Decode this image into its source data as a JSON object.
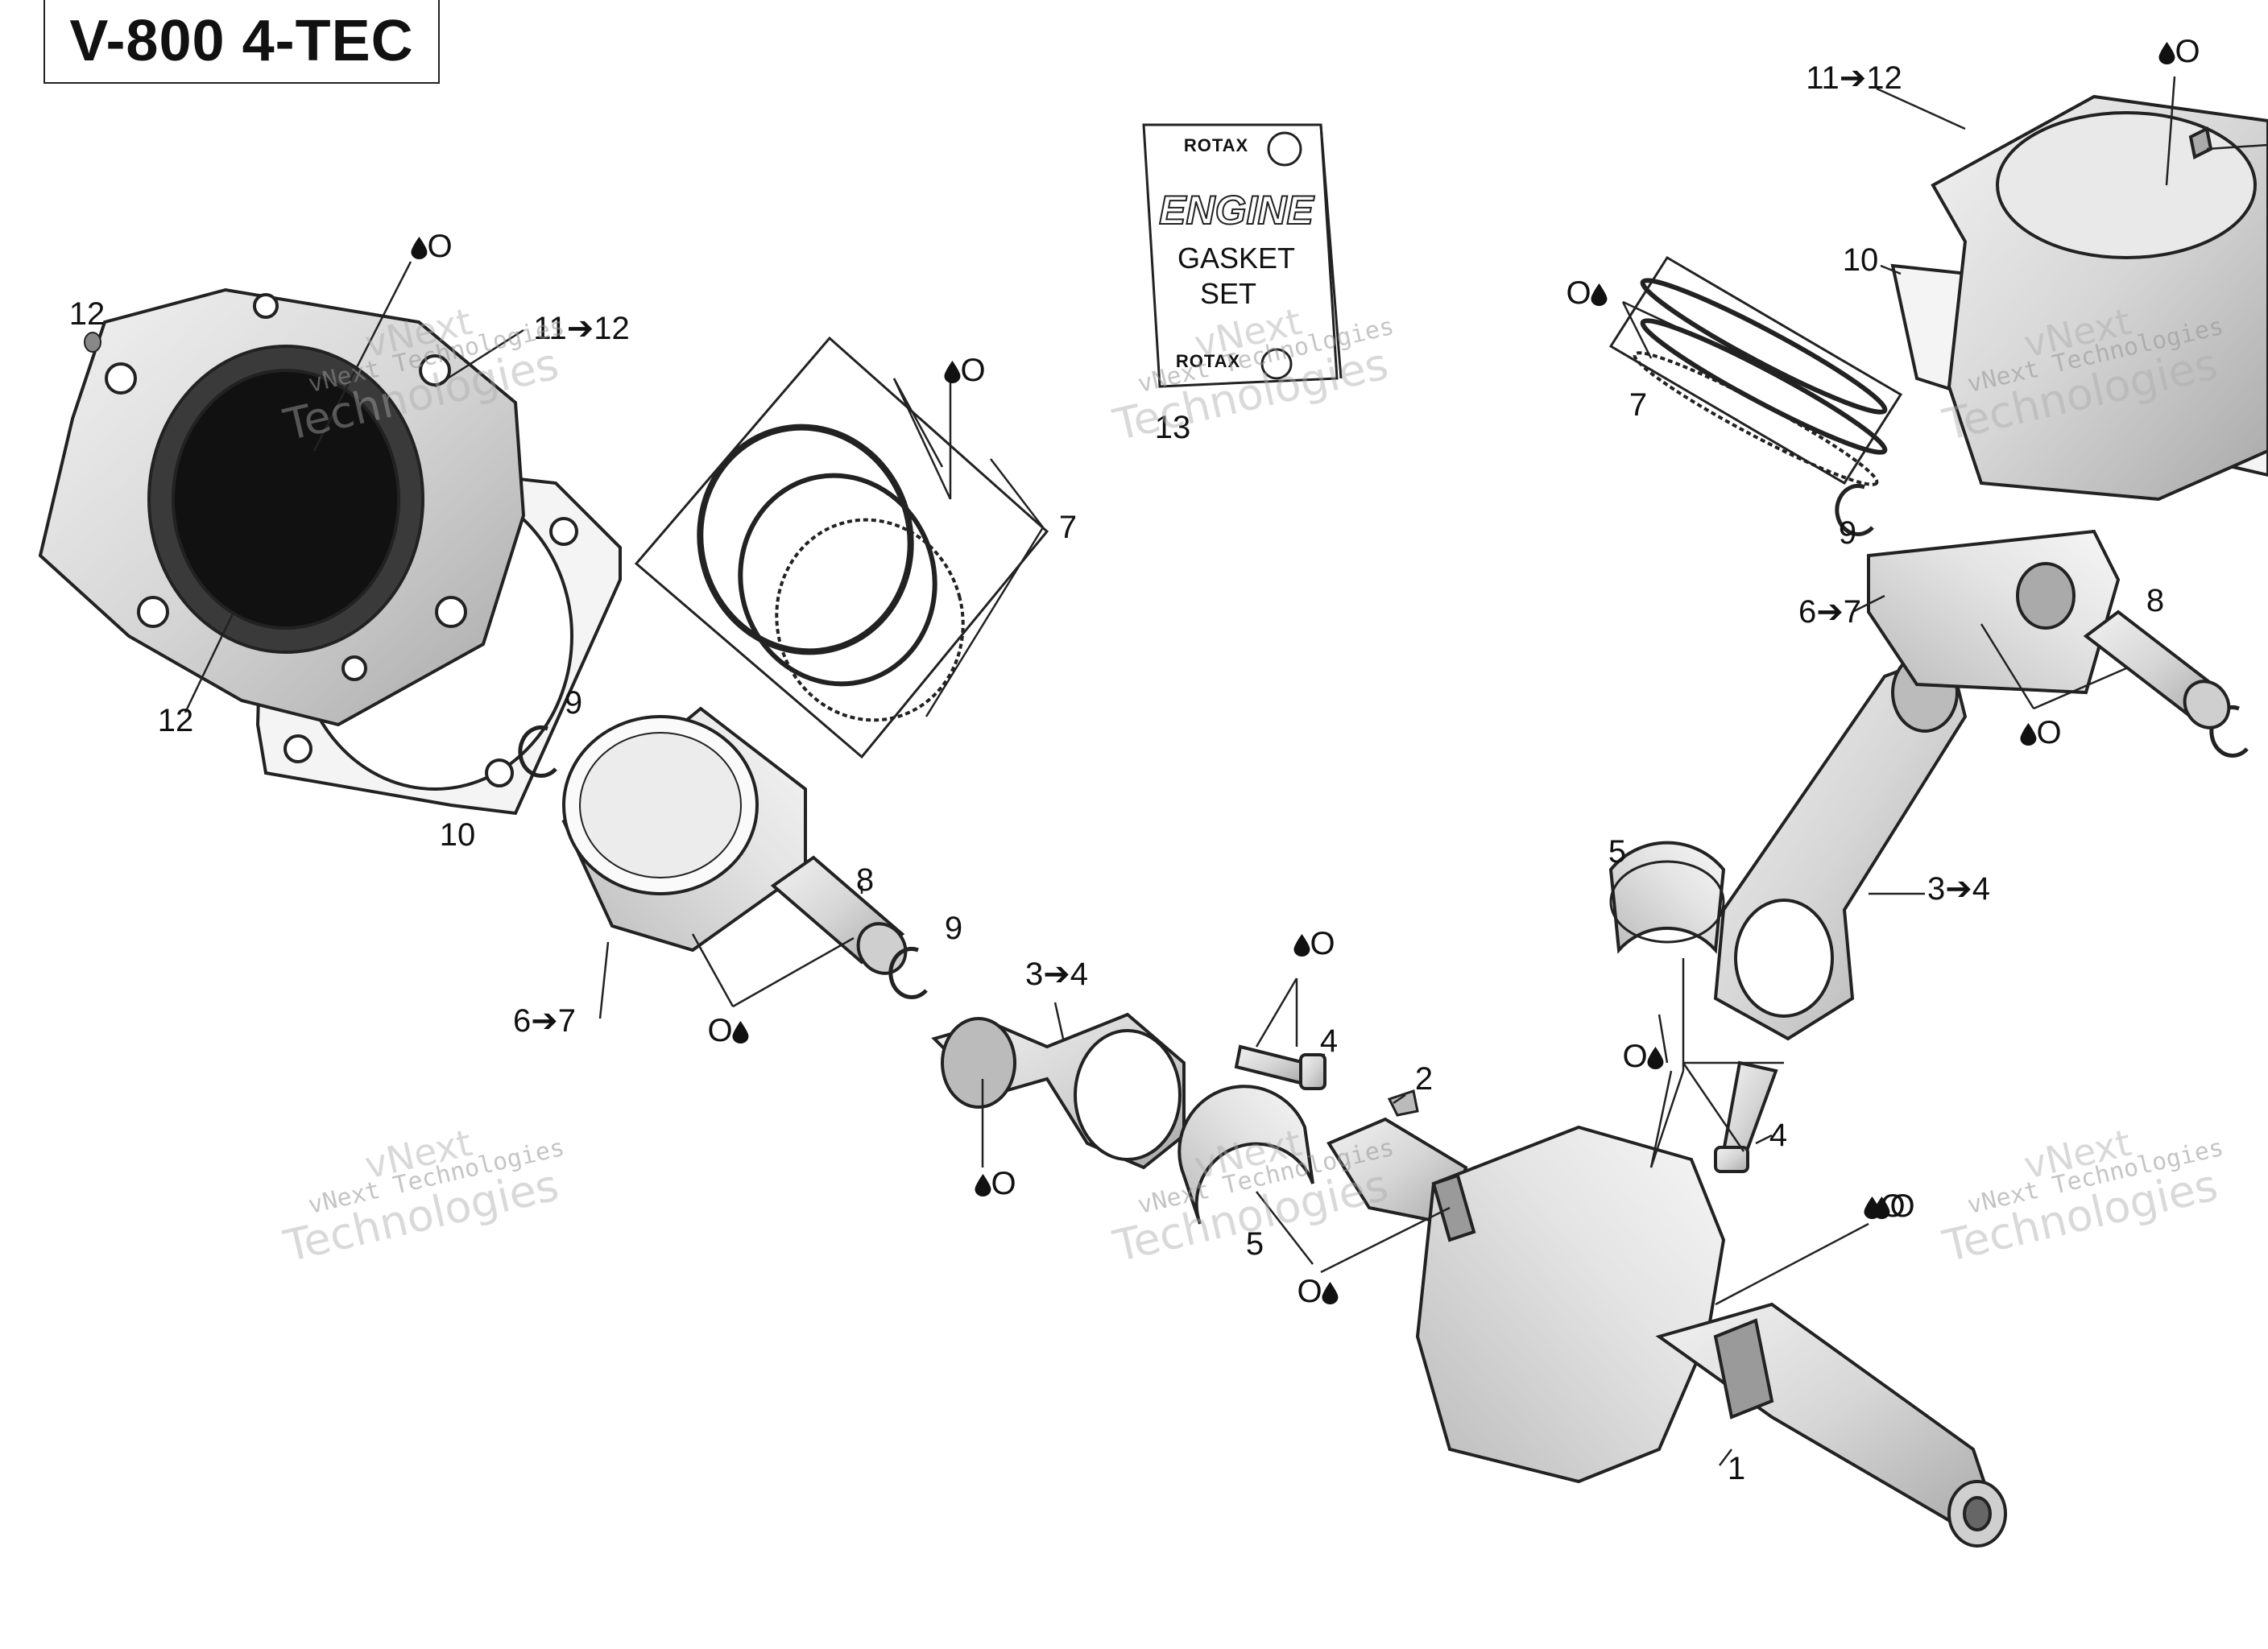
{
  "title": "V-800 4-TEC",
  "gasket_set": {
    "brand": "ROTAX",
    "line1": "ENGINE",
    "line2": "GASKET",
    "line3": "SET",
    "brand_footer": "ROTAX"
  },
  "callouts": [
    {
      "id": "c-12a",
      "text": "12"
    },
    {
      "id": "c-11-12a",
      "text": "11➔12"
    },
    {
      "id": "c-12b",
      "text": "12"
    },
    {
      "id": "c-10a",
      "text": "10"
    },
    {
      "id": "c-9a",
      "text": "9"
    },
    {
      "id": "c-7a",
      "text": "7"
    },
    {
      "id": "c-8a",
      "text": "8"
    },
    {
      "id": "c-9b",
      "text": "9"
    },
    {
      "id": "c-6-7a",
      "text": "6➔7"
    },
    {
      "id": "c-3-4a",
      "text": "3➔4"
    },
    {
      "id": "c-4a",
      "text": "4"
    },
    {
      "id": "c-2",
      "text": "2"
    },
    {
      "id": "c-5a",
      "text": "5"
    },
    {
      "id": "c-13",
      "text": "13"
    },
    {
      "id": "c-11-12b",
      "text": "11➔12"
    },
    {
      "id": "c-10b",
      "text": "10"
    },
    {
      "id": "c-7b",
      "text": "7"
    },
    {
      "id": "c-9c",
      "text": "9"
    },
    {
      "id": "c-6-7b",
      "text": "6➔7"
    },
    {
      "id": "c-8b",
      "text": "8"
    },
    {
      "id": "c-5b",
      "text": "5"
    },
    {
      "id": "c-3-4b",
      "text": "3➔4"
    },
    {
      "id": "c-4b",
      "text": "4"
    },
    {
      "id": "c-1",
      "text": "1"
    }
  ],
  "oil_marks": [
    {
      "id": "oil-1",
      "text": "O",
      "drop_first": true
    },
    {
      "id": "oil-2",
      "text": "O",
      "drop_first": true
    },
    {
      "id": "oil-3",
      "text": "O",
      "drop_first": false
    },
    {
      "id": "oil-4",
      "text": "O",
      "drop_first": true
    },
    {
      "id": "oil-5",
      "text": "O",
      "drop_first": true
    },
    {
      "id": "oil-6",
      "text": "O",
      "drop_first": false
    },
    {
      "id": "oil-7",
      "text": "O",
      "drop_first": true
    },
    {
      "id": "oil-8",
      "text": "O",
      "drop_first": false
    },
    {
      "id": "oil-9",
      "text": "O",
      "drop_first": false
    },
    {
      "id": "oil-10",
      "text": "O",
      "drop_first": true
    },
    {
      "id": "oil-11",
      "text": "O",
      "drop_first": true
    },
    {
      "id": "oil-12",
      "text": "O",
      "drop_first": true
    }
  ],
  "watermark": {
    "line0": "vNext",
    "line1": "vNext Technologies",
    "line2": "Technologies"
  },
  "colors": {
    "line": "#222222",
    "part_fill": "#d9d9d9",
    "part_shade": "#bdbdbd",
    "watermark": "#999999"
  }
}
